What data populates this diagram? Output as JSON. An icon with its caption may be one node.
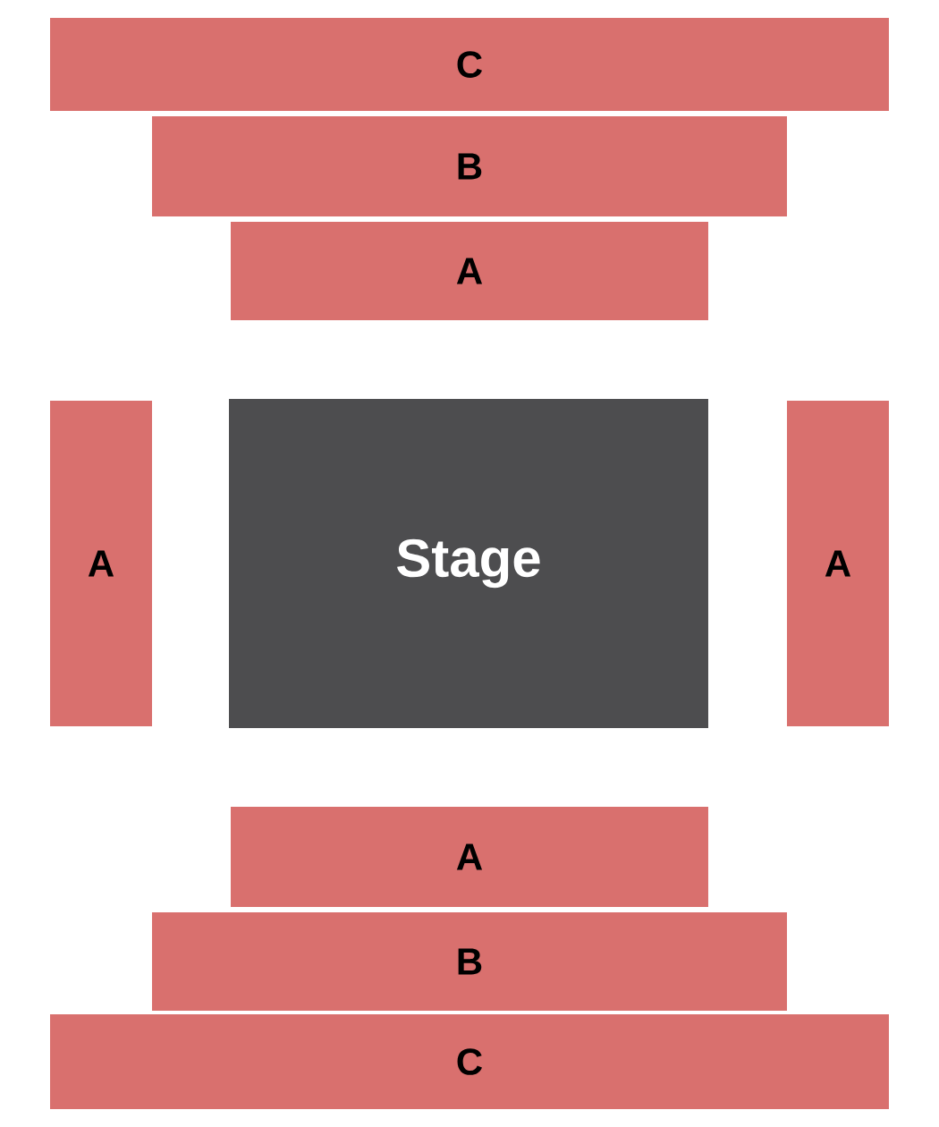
{
  "diagram": {
    "nodes": [
      {
        "text": [
          "C"
        ]
      },
      {
        "text": [
          "B"
        ]
      },
      {
        "text": [
          "A"
        ]
      },
      {
        "text": [
          "A"
        ]
      },
      {
        "text": [
          "Stage"
        ]
      },
      {
        "text": [
          "A"
        ]
      },
      {
        "text": [
          "A"
        ]
      },
      {
        "text": [
          "B"
        ]
      },
      {
        "text": [
          "C"
        ]
      }
    ]
  }
}
